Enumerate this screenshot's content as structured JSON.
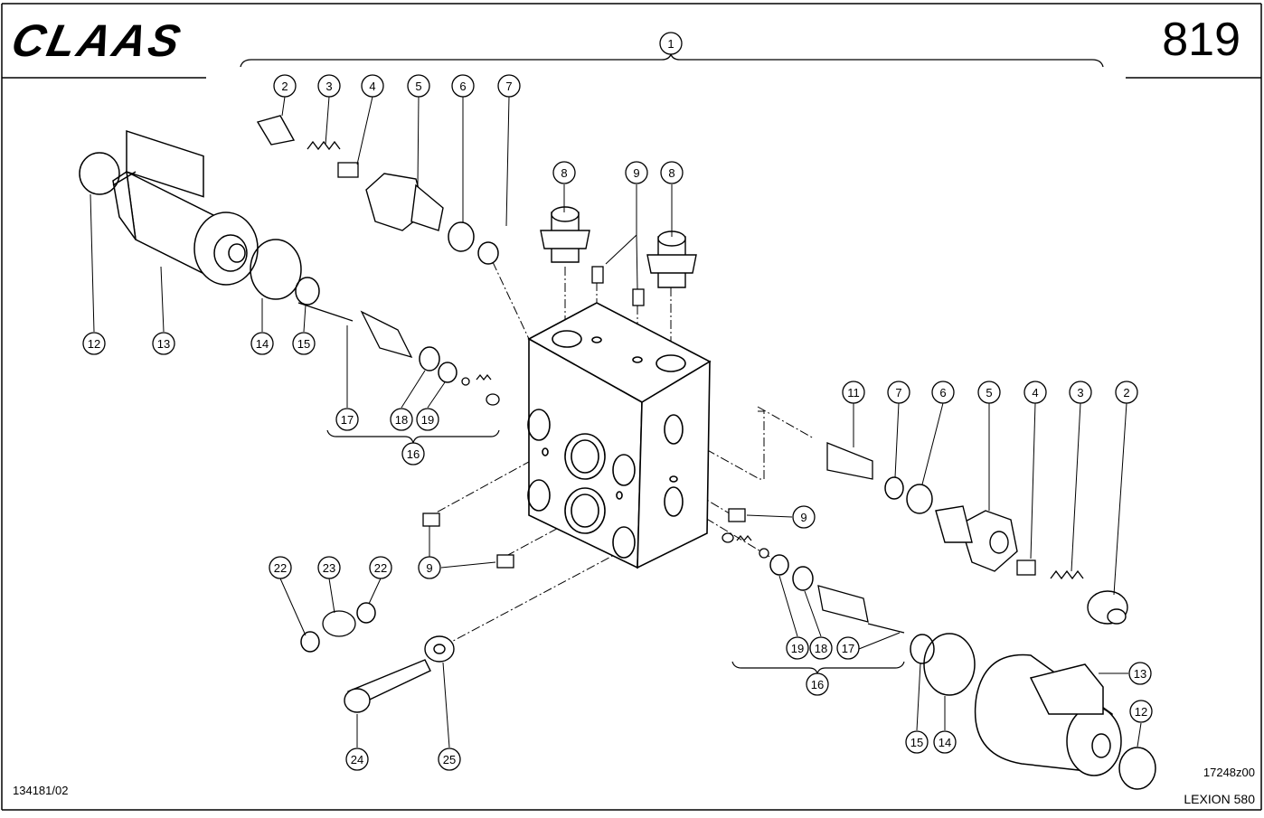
{
  "header": {
    "brand": "CLAAS",
    "page_number": "819"
  },
  "footer": {
    "drawing_number": "134181/02",
    "figure_id": "17248z00",
    "model": "LEXION 580"
  },
  "callouts": [
    "1",
    "2",
    "3",
    "4",
    "5",
    "6",
    "7",
    "8",
    "9",
    "11",
    "12",
    "13",
    "14",
    "15",
    "16",
    "17",
    "18",
    "19",
    "22",
    "23",
    "24",
    "25"
  ]
}
